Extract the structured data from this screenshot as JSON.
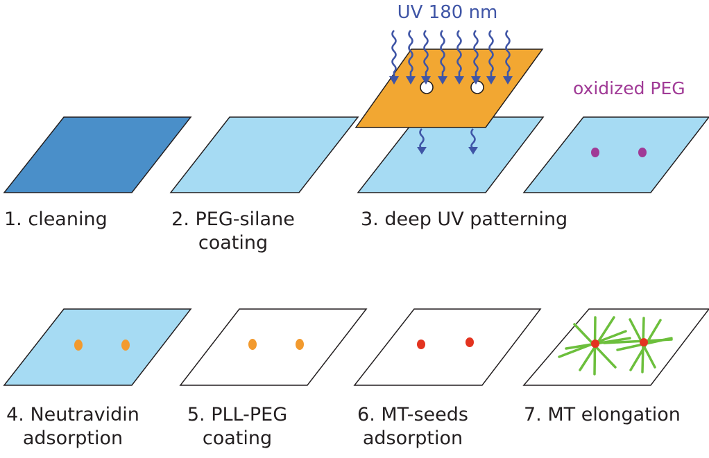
{
  "annotations": {
    "uv": "UV 180 nm",
    "oxidized": "oxidized PEG"
  },
  "steps": [
    {
      "line1": "1. cleaning",
      "line2": ""
    },
    {
      "line1": "2. PEG-silane",
      "line2": "coating"
    },
    {
      "line1": "3. deep UV patterning",
      "line2": ""
    },
    {
      "line1": "4. Neutravidin",
      "line2": "adsorption"
    },
    {
      "line1": "5. PLL-PEG",
      "line2": "coating"
    },
    {
      "line1": "6. MT-seeds",
      "line2": "adsorption"
    },
    {
      "line1": "7. MT elongation",
      "line2": ""
    }
  ],
  "colors": {
    "cleaned_glass": "#4a8fc9",
    "peg_surface": "#a6dbf3",
    "plain_surface": "#ffffff",
    "mask": "#f2a732",
    "uv_arrows": "#3f55a6",
    "oxidized_dot": "#a03a96",
    "neutravidin_dot": "#f29a2e",
    "seed_dot": "#e3331f",
    "microtubule": "#6cbf3c",
    "outline": "#231f20"
  }
}
